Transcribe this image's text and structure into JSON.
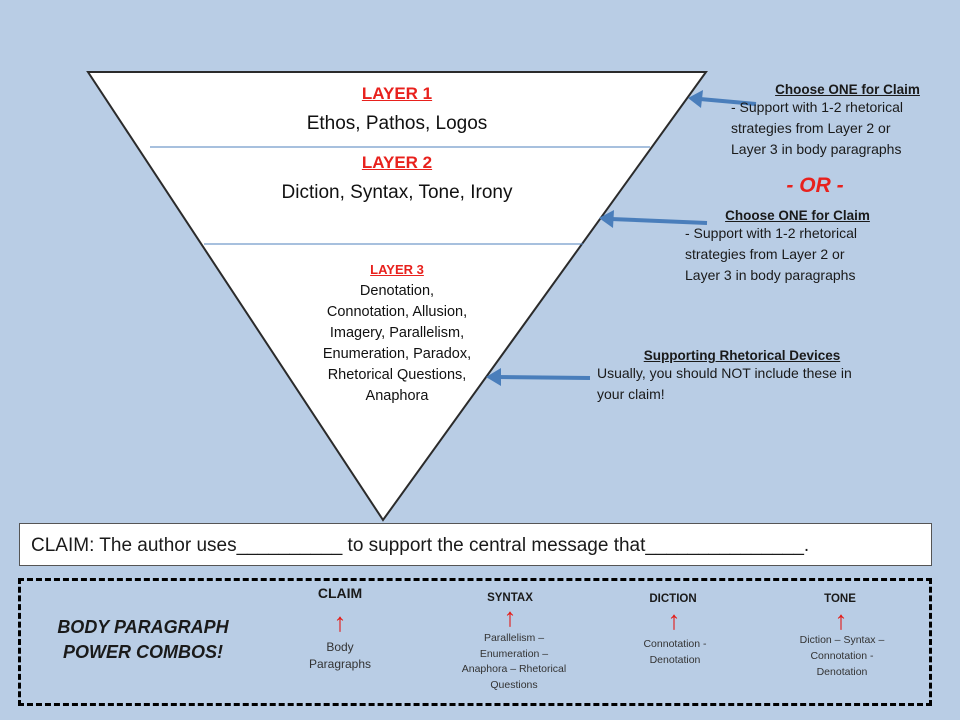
{
  "pyramid": {
    "layer1": {
      "title": "LAYER 1",
      "body": "Ethos, Pathos, Logos"
    },
    "layer2": {
      "title": "LAYER 2",
      "body": "Diction, Syntax, Tone, Irony"
    },
    "layer3": {
      "title": "LAYER 3",
      "lines": [
        "Denotation,",
        "Connotation, Allusion,",
        "Imagery, Parallelism,",
        "Enumeration, Paradox,",
        "Rhetorical Questions,",
        "Anaphora"
      ]
    }
  },
  "notes": {
    "note1": {
      "heading": "Choose ONE for Claim",
      "lines": [
        "- Support with 1-2 rhetorical",
        "strategies from Layer 2 or",
        "Layer 3 in body paragraphs"
      ]
    },
    "or_text": "- OR -",
    "note2": {
      "heading": "Choose ONE for Claim",
      "lines": [
        "- Support with 1-2 rhetorical",
        "strategies from Layer 2 or",
        "Layer 3 in body paragraphs"
      ]
    },
    "note3": {
      "heading": "Supporting Rhetorical Devices",
      "lines": [
        "Usually, you should NOT include these in",
        "your claim!"
      ]
    }
  },
  "claim": {
    "prefix": "CLAIM: The author uses",
    "blank1": "__________",
    "middle": " to support the central message that",
    "blank2": "_______________",
    "suffix": "."
  },
  "combos": {
    "title_line1": "BODY PARAGRAPH",
    "title_line2": "POWER COMBOS!",
    "claim": {
      "head": "CLAIM",
      "arrow": "↑",
      "lines": [
        "Body",
        "Paragraphs"
      ]
    },
    "syntax": {
      "head": "SYNTAX",
      "arrow": "↑",
      "lines": [
        "Parallelism –",
        "Enumeration –",
        "Anaphora – Rhetorical",
        "Questions"
      ]
    },
    "diction": {
      "head": "DICTION",
      "arrow": "↑",
      "lines": [
        "Connotation -",
        "Denotation"
      ]
    },
    "tone": {
      "head": "TONE",
      "arrow": "↑",
      "lines": [
        "Diction – Syntax –",
        "Connotation -",
        "Denotation"
      ]
    }
  },
  "colors": {
    "background": "#b9cde5",
    "accent_red": "#e8211d",
    "arrow_blue": "#4a7ebb",
    "layer_line": "#4f81bd"
  }
}
